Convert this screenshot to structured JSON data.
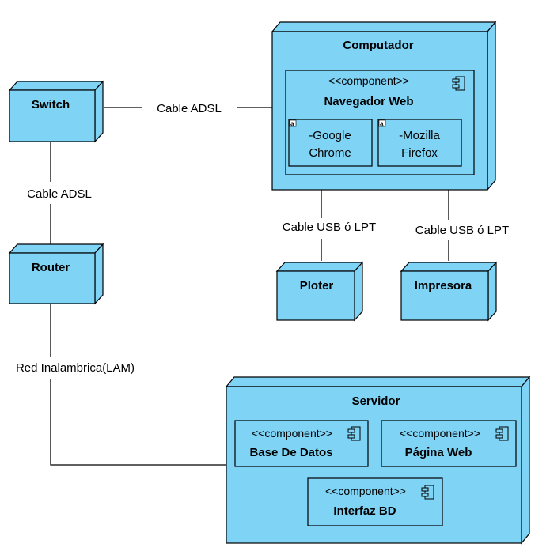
{
  "colors": {
    "node_fill": "#7fd3f5",
    "stroke": "#000000",
    "background": "#ffffff"
  },
  "nodes": {
    "computador": {
      "title": "Computador"
    },
    "switch": {
      "title": "Switch"
    },
    "router": {
      "title": "Router"
    },
    "ploter": {
      "title": "Ploter"
    },
    "impresora": {
      "title": "Impresora"
    },
    "servidor": {
      "title": "Servidor"
    }
  },
  "components": {
    "navegador": {
      "stereotype": "<<component>>",
      "name": "Navegador Web"
    },
    "base_datos": {
      "stereotype": "<<component>>",
      "name": "Base De Datos"
    },
    "pagina_web": {
      "stereotype": "<<component>>",
      "name": "Página Web"
    },
    "interfaz_bd": {
      "stereotype": "<<component>>",
      "name": "Interfaz BD"
    }
  },
  "artifacts": {
    "chrome": {
      "line1": "-Google",
      "line2": "Chrome",
      "marker": "a"
    },
    "firefox": {
      "line1": "-Mozilla",
      "line2": "Firefox",
      "marker": "a"
    }
  },
  "connections": {
    "switch_computador": "Cable ADSL",
    "switch_router": "Cable ADSL",
    "computador_ploter": "Cable USB ó LPT",
    "computador_impresora": "Cable USB ó LPT",
    "router_servidor": "Red Inalambrica(LAM)"
  }
}
